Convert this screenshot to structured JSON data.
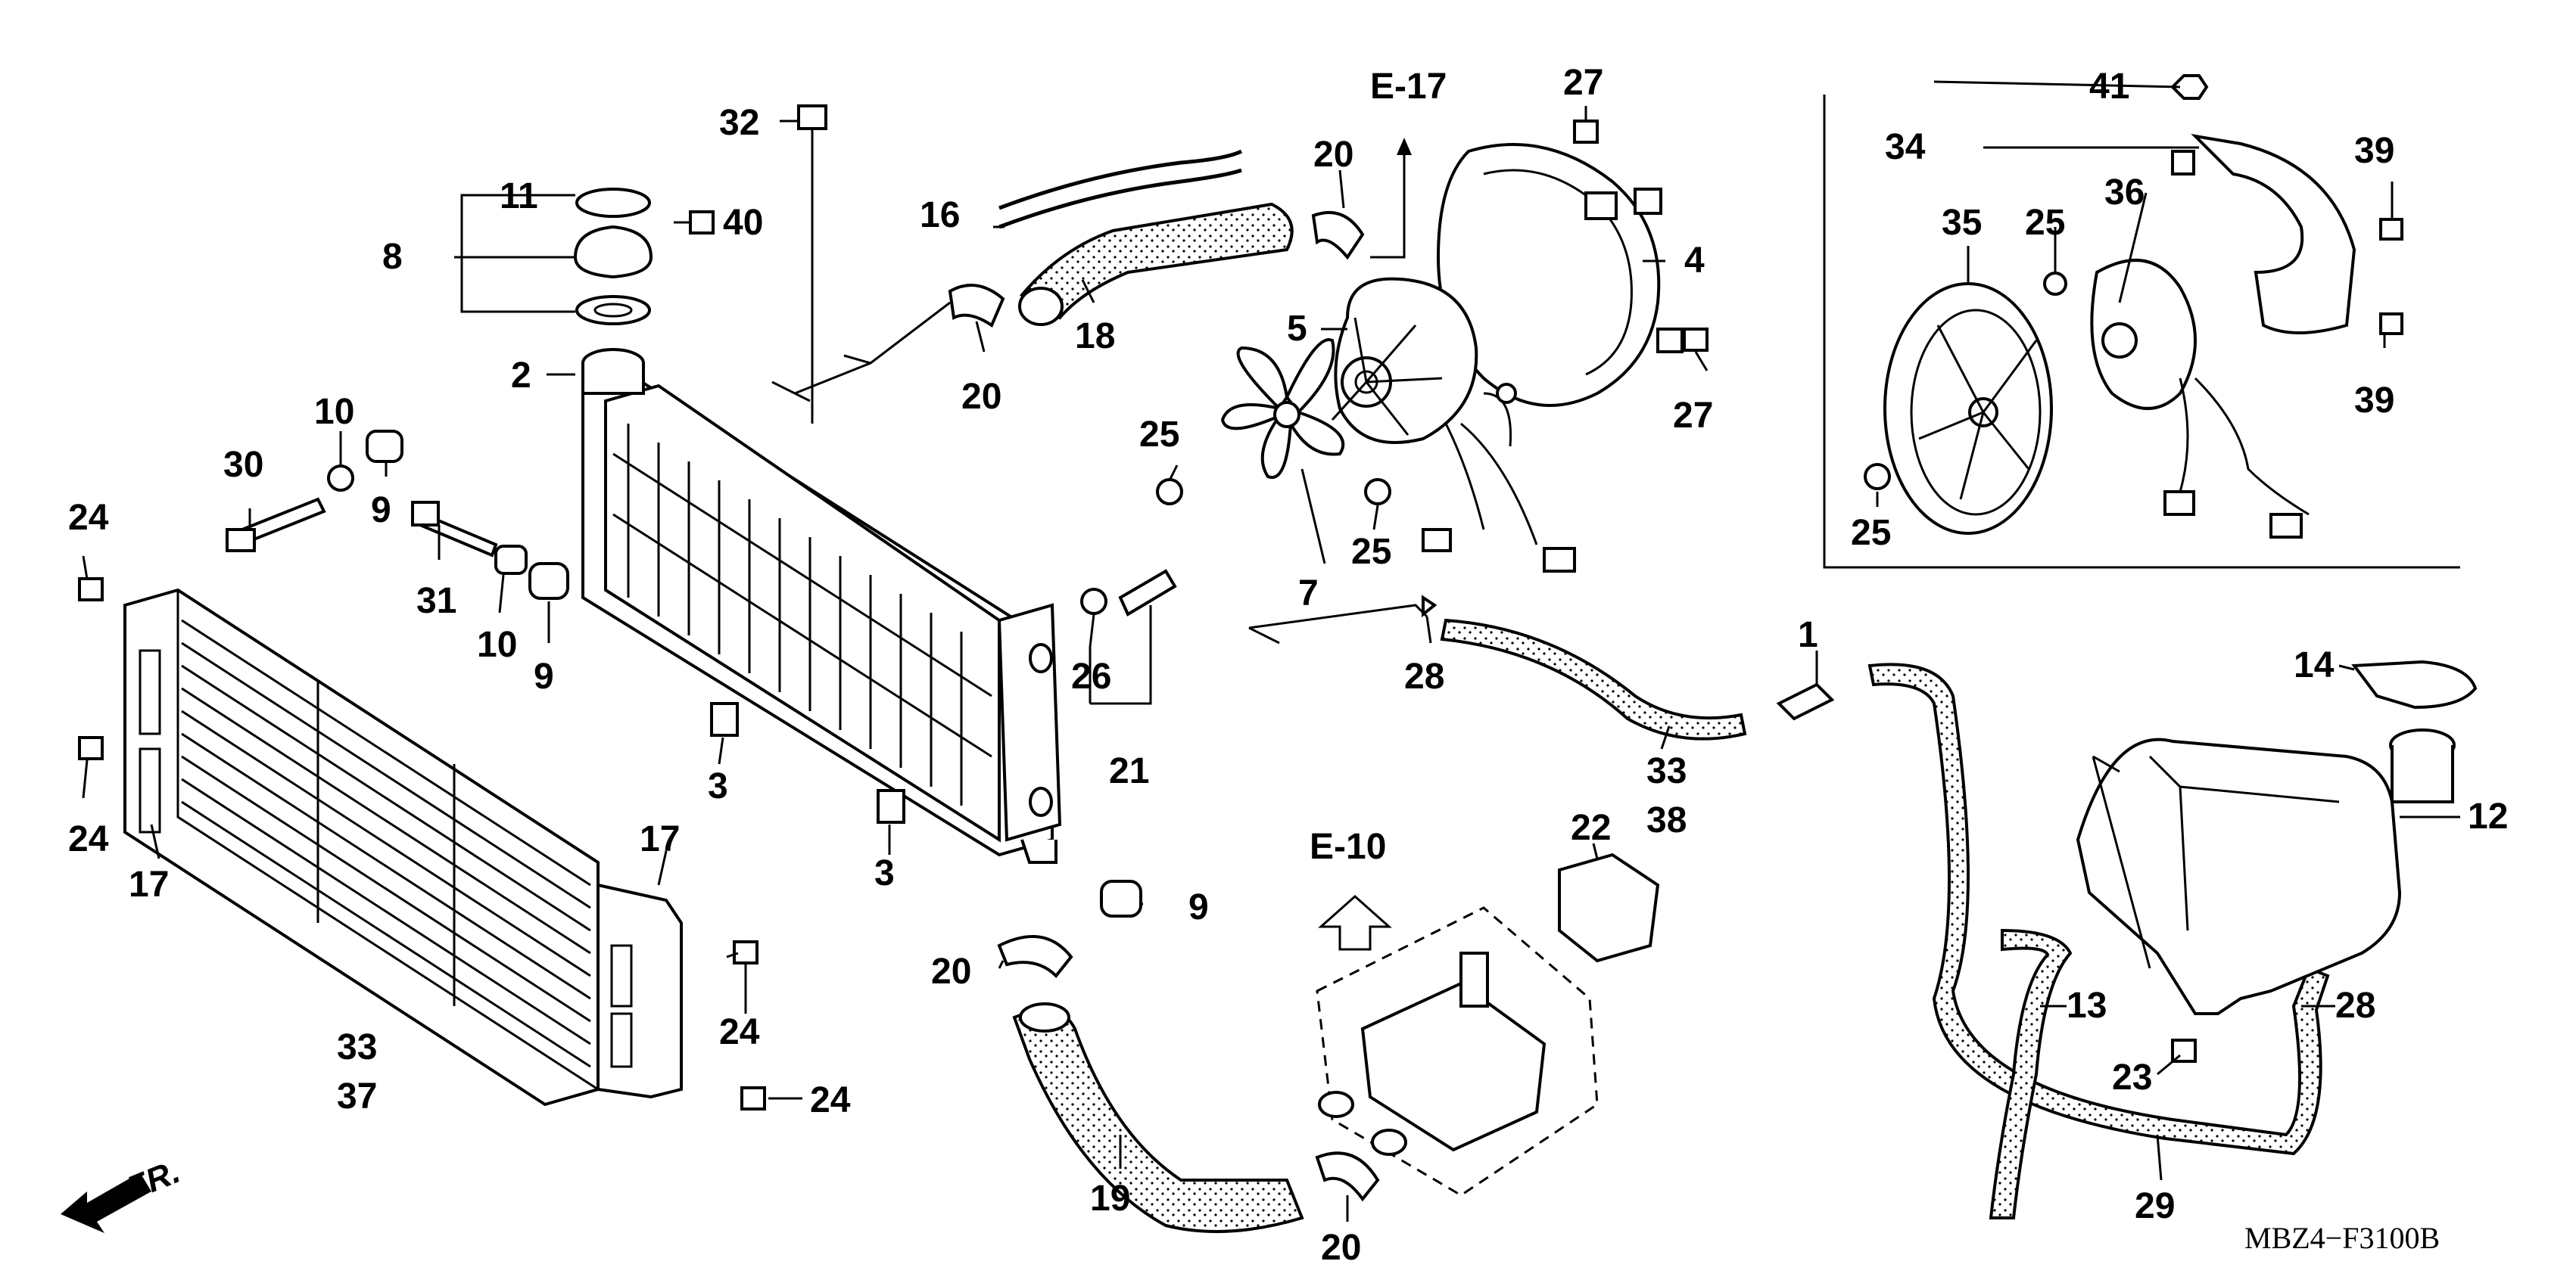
{
  "callouts": [
    {
      "id": "c1",
      "label": "1"
    },
    {
      "id": "c2",
      "label": "2"
    },
    {
      "id": "c3a",
      "label": "3"
    },
    {
      "id": "c3b",
      "label": "3"
    },
    {
      "id": "c4",
      "label": "4"
    },
    {
      "id": "c5",
      "label": "5"
    },
    {
      "id": "c7",
      "label": "7"
    },
    {
      "id": "c8",
      "label": "8"
    },
    {
      "id": "c9a",
      "label": "9"
    },
    {
      "id": "c9b",
      "label": "9"
    },
    {
      "id": "c9c",
      "label": "9"
    },
    {
      "id": "c10a",
      "label": "10"
    },
    {
      "id": "c10b",
      "label": "10"
    },
    {
      "id": "c11",
      "label": "11"
    },
    {
      "id": "c12",
      "label": "12"
    },
    {
      "id": "c13",
      "label": "13"
    },
    {
      "id": "c14",
      "label": "14"
    },
    {
      "id": "c16",
      "label": "16"
    },
    {
      "id": "c17a",
      "label": "17"
    },
    {
      "id": "c17b",
      "label": "17"
    },
    {
      "id": "c18",
      "label": "18"
    },
    {
      "id": "c19",
      "label": "19"
    },
    {
      "id": "c20a",
      "label": "20"
    },
    {
      "id": "c20b",
      "label": "20"
    },
    {
      "id": "c20c",
      "label": "20"
    },
    {
      "id": "c20d",
      "label": "20"
    },
    {
      "id": "c21",
      "label": "21"
    },
    {
      "id": "c22",
      "label": "22"
    },
    {
      "id": "c23",
      "label": "23"
    },
    {
      "id": "c24a",
      "label": "24"
    },
    {
      "id": "c24b",
      "label": "24"
    },
    {
      "id": "c24c",
      "label": "24"
    },
    {
      "id": "c24d",
      "label": "24"
    },
    {
      "id": "c25a",
      "label": "25"
    },
    {
      "id": "c25b",
      "label": "25"
    },
    {
      "id": "c25c",
      "label": "25"
    },
    {
      "id": "c25d",
      "label": "25"
    },
    {
      "id": "c26",
      "label": "26"
    },
    {
      "id": "c27a",
      "label": "27"
    },
    {
      "id": "c27b",
      "label": "27"
    },
    {
      "id": "c28a",
      "label": "28"
    },
    {
      "id": "c28b",
      "label": "28"
    },
    {
      "id": "c29",
      "label": "29"
    },
    {
      "id": "c30",
      "label": "30"
    },
    {
      "id": "c31",
      "label": "31"
    },
    {
      "id": "c32",
      "label": "32"
    },
    {
      "id": "c33a",
      "label": "33"
    },
    {
      "id": "c37",
      "label": "37"
    },
    {
      "id": "c33b",
      "label": "33"
    },
    {
      "id": "c38",
      "label": "38"
    },
    {
      "id": "c34",
      "label": "34"
    },
    {
      "id": "c35",
      "label": "35"
    },
    {
      "id": "c36",
      "label": "36"
    },
    {
      "id": "c39a",
      "label": "39"
    },
    {
      "id": "c39b",
      "label": "39"
    },
    {
      "id": "c40",
      "label": "40"
    },
    {
      "id": "c41",
      "label": "41"
    }
  ],
  "references": {
    "e17": "E-17",
    "e10": "E-10"
  },
  "direction_label": "FR.",
  "diagram_code": "MBZ4−F3100B",
  "colors": {
    "line": "#000000",
    "background": "#ffffff"
  }
}
